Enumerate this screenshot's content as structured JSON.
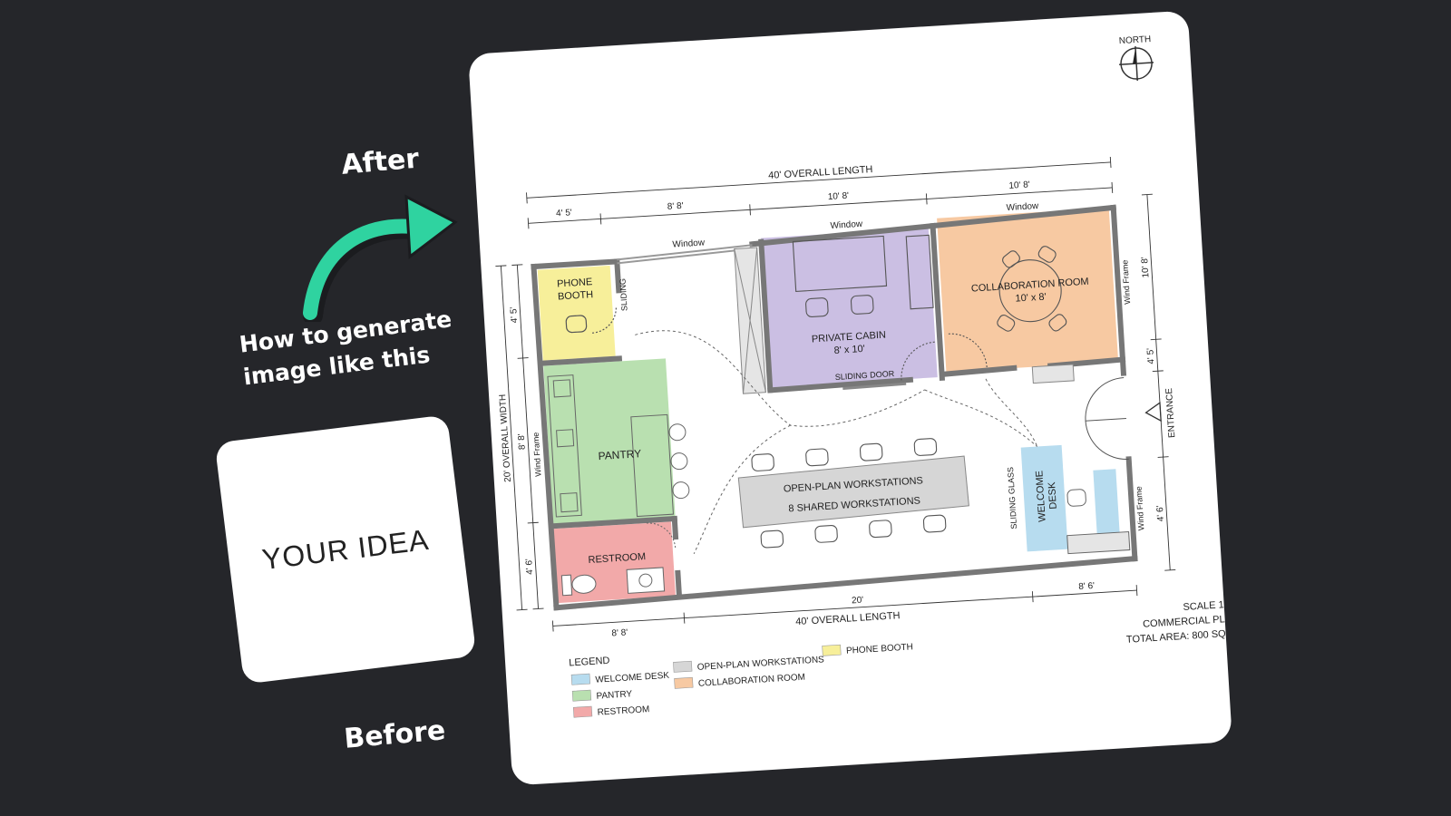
{
  "left": {
    "after_label": "After",
    "before_label": "Before",
    "prompt_line1": "How to generate",
    "prompt_line2": "image like this",
    "idea_text": "YOUR IDEA",
    "arrow_icon": "curved-arrow-icon",
    "arrow_color": "#2fd3a0"
  },
  "plan": {
    "north": "NORTH",
    "dims": {
      "top_overall": "40' OVERALL LENGTH",
      "top_seg1": "4' 5'",
      "top_seg2": "8' 8'",
      "top_seg3": "10' 8'",
      "top_seg4": "10' 8'",
      "bottom_seg1": "8' 8'",
      "bottom_seg2": "20'",
      "bottom_seg3": "8' 6'",
      "bottom_overall": "40' OVERALL LENGTH",
      "left_seg1": "4' 5'",
      "left_seg2": "8' 8'",
      "left_seg3": "4' 6'",
      "left_overall": "20' OVERALL WIDTH",
      "right_seg1": "10' 8'",
      "right_seg2": "4' 5'",
      "right_seg3": "4' 6'"
    },
    "labels": {
      "window1": "Window",
      "window2": "Window",
      "window3": "Window",
      "sliding": "SLIDING",
      "wind_frame_left": "Wind Frame",
      "wind_frame_right_top": "Wind Frame",
      "wind_frame_right_bottom": "Wind Frame",
      "sliding_door": "SLIDING DOOR",
      "sliding_glass": "SLIDING GLASS",
      "entrance": "ENTRANCE"
    },
    "rooms": {
      "phone_booth_1": "PHONE",
      "phone_booth_2": "BOOTH",
      "pantry": "PANTRY",
      "restroom": "RESTROOM",
      "private_cabin_1": "PRIVATE CABIN",
      "private_cabin_2": "8' x 10'",
      "collab_1": "COLLABORATION ROOM",
      "collab_2": "10' x 8'",
      "open_plan_1": "OPEN-PLAN WORKSTATIONS",
      "open_plan_2": "8 SHARED WORKSTATIONS",
      "welcome_1": "WELCOME",
      "welcome_2": "DESK"
    },
    "legend": {
      "title": "LEGEND",
      "items": [
        {
          "label": "WELCOME DESK",
          "color": "#b7dcef"
        },
        {
          "label": "PANTRY",
          "color": "#b9e0b0"
        },
        {
          "label": "RESTROOM",
          "color": "#f2a9a9"
        },
        {
          "label": "OPEN-PLAN WORKSTATIONS",
          "color": "#d6d6d6"
        },
        {
          "label": "COLLABORATION ROOM",
          "color": "#f7c9a2"
        },
        {
          "label": "PHONE BOOTH",
          "color": "#f7ef9a"
        }
      ]
    },
    "notes": {
      "scale": "SCALE 1",
      "title": "COMMERCIAL PL",
      "area": "TOTAL AREA: 800 SQ"
    }
  }
}
